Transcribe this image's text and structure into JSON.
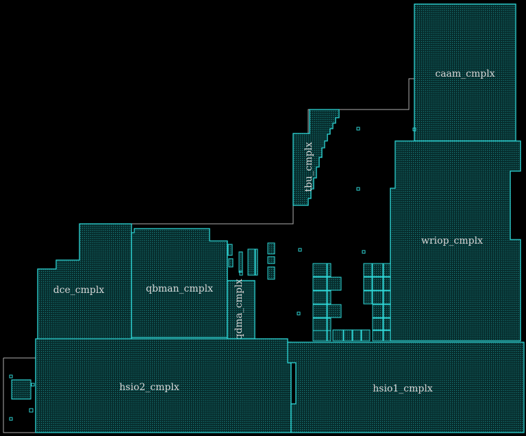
{
  "blocks": {
    "caam": "caam_cmplx",
    "tbu": "tbu_cmplx",
    "wriop": "wriop_cmplx",
    "dce": "dce_cmplx",
    "qbman": "qbman_cmplx",
    "qdma": "qdma_cmplx",
    "hsio2": "hsio2_cmplx",
    "hsio1": "hsio1_cmplx"
  },
  "colors": {
    "background": "#000000",
    "block_stroke": "#2fd9d9",
    "block_fill_dots": "#1a6b6b",
    "die_outline": "#b0b0b0",
    "label": "#d8d8d8"
  }
}
